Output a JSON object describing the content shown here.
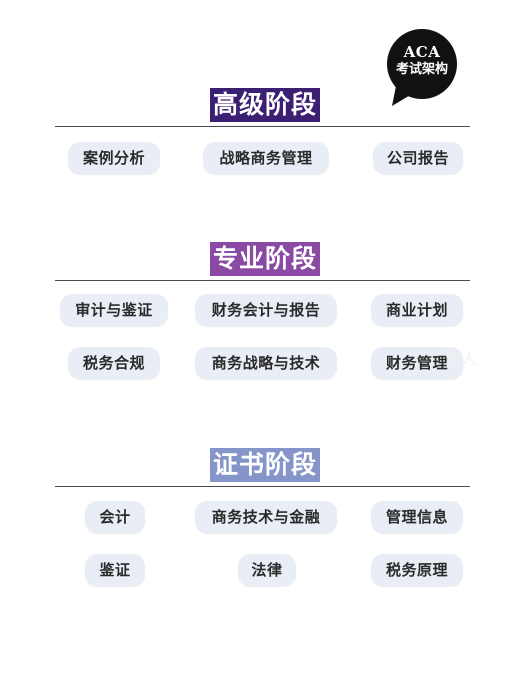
{
  "badge": {
    "line1": "ACA",
    "line2": "考试架构",
    "color": "#111111"
  },
  "sections": [
    {
      "title": "高级阶段",
      "title_color": "#3b1f73",
      "rows": [
        [
          "案例分析",
          "战略商务管理",
          "公司报告"
        ]
      ]
    },
    {
      "title": "专业阶段",
      "title_color": "#8a4aa3",
      "rows": [
        [
          "审计与鉴证",
          "财务会计与报告",
          "商业计划"
        ],
        [
          "税务合规",
          "商务战略与技术",
          "财务管理"
        ]
      ]
    },
    {
      "title": "证书阶段",
      "title_color": "#8595c9",
      "rows": [
        [
          "会计",
          "商务技术与金融",
          "管理信息"
        ],
        [
          "鉴证",
          "法律",
          "税务原理"
        ]
      ]
    }
  ],
  "watermark": "洲人"
}
